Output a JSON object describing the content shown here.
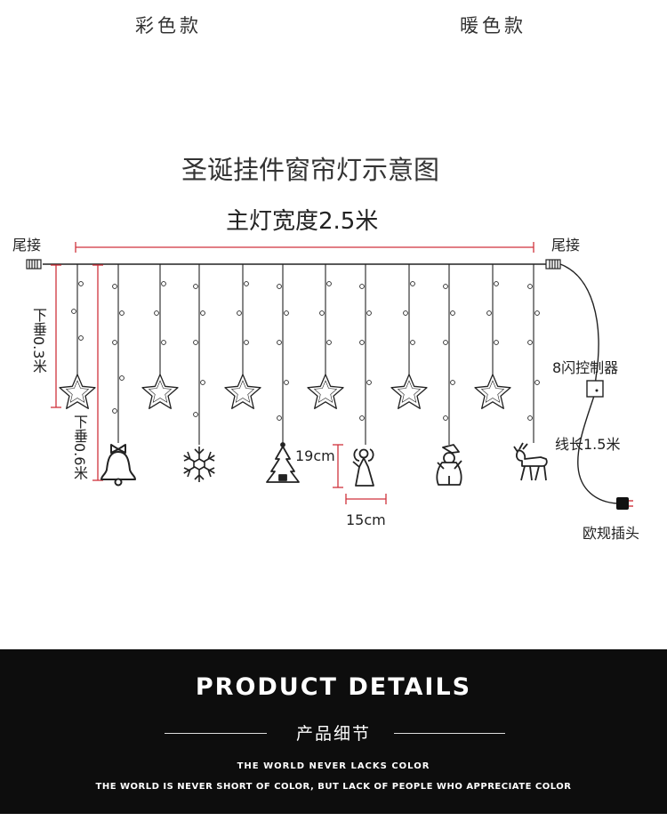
{
  "header": {
    "left_label": "彩色款",
    "right_label": "暖色款"
  },
  "diagram": {
    "title": "圣诞挂件窗帘灯示意图",
    "width_label": "主灯宽度2.5米",
    "tail_left": "尾接",
    "tail_right": "尾接",
    "drop_short": "下垂0.3米",
    "drop_long": "下垂0.6米",
    "controller": "8闪控制器",
    "cable_length": "线长1.5米",
    "plug": "欧规插头",
    "size_height": "19cm",
    "size_width": "15cm",
    "accent_color": "#d0323c"
  },
  "details": {
    "title": "PRODUCT DETAILS",
    "subtitle_cn": "产品细节",
    "line1": "THE WORLD NEVER LACKS COLOR",
    "line2": "THE WORLD IS NEVER SHORT OF COLOR, BUT LACK OF PEOPLE WHO APPRECIATE COLOR"
  }
}
